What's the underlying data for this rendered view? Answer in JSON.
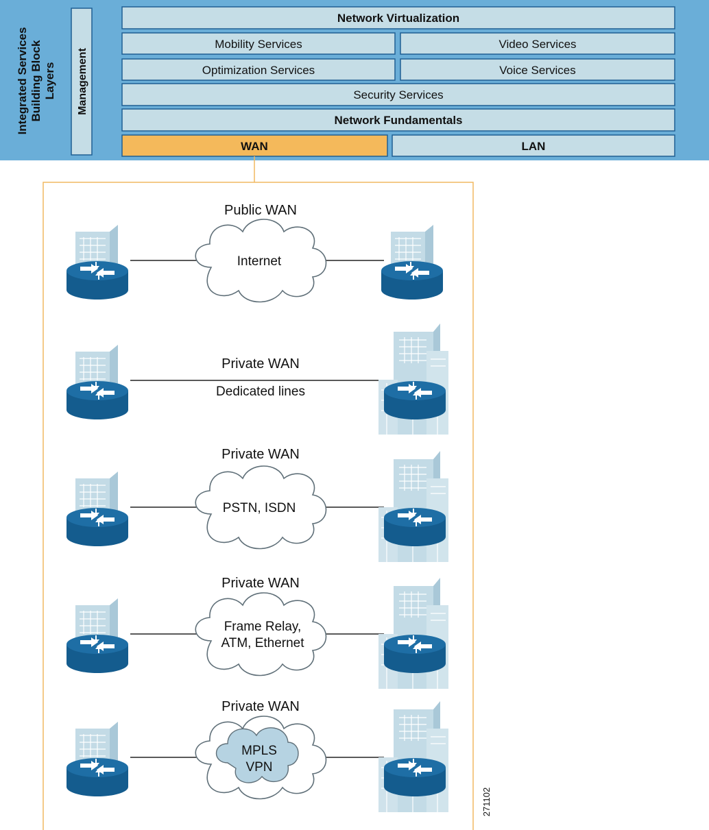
{
  "header": {
    "title": "Integrated Services Building Block Layers",
    "title_lines": [
      "Integrated Services",
      "Building Block",
      "Layers"
    ],
    "management": "Management",
    "rows": {
      "network_virtualization": "Network Virtualization",
      "mobility": "Mobility Services",
      "video": "Video Services",
      "optimization": "Optimization  Services",
      "voice": "Voice Services",
      "security": "Security Services",
      "fundamentals": "Network Fundamentals",
      "wan": "WAN",
      "lan": "LAN"
    }
  },
  "connections": [
    {
      "title": "Public WAN",
      "cloud_lines": [
        "Internet"
      ],
      "cloud": true,
      "inner_cloud": false,
      "remote": "small"
    },
    {
      "title": "Private WAN",
      "cloud_lines": [
        "Dedicated lines"
      ],
      "cloud": false,
      "inner_cloud": false,
      "remote": "large"
    },
    {
      "title": "Private WAN",
      "cloud_lines": [
        "PSTN, ISDN"
      ],
      "cloud": true,
      "inner_cloud": false,
      "remote": "large"
    },
    {
      "title": "Private WAN",
      "cloud_lines": [
        "Frame Relay,",
        "ATM, Ethernet"
      ],
      "cloud": true,
      "inner_cloud": false,
      "remote": "large"
    },
    {
      "title": "Private WAN",
      "cloud_lines": [
        "MPLS",
        "VPN"
      ],
      "cloud": true,
      "inner_cloud": true,
      "remote": "large"
    }
  ],
  "figure_id": "271102",
  "colors": {
    "band": "#6aaed8",
    "cell": "#c5dde6",
    "cell_border": "#1f5f92",
    "wan_highlight": "#f4b95b",
    "frame": "#f0b860",
    "router_top": "#1d6aa0",
    "router_side": "#135a8a",
    "building": "#c3dbe6",
    "building_edge": "#9ec0d2",
    "inner_cloud": "#b6d3e2"
  }
}
